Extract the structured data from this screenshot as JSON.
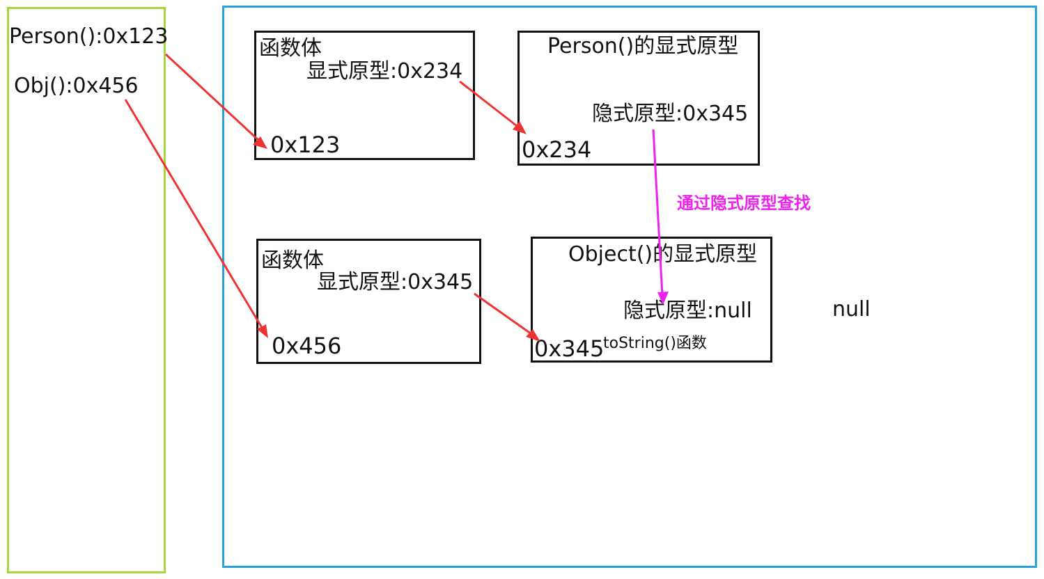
{
  "stack": {
    "person_ref": "Person():0x123",
    "obj_ref": "Obj():0x456"
  },
  "box_person_fn": {
    "title": "函数体",
    "explicit_proto": "显式原型:0x234",
    "address": "0x123"
  },
  "box_person_proto": {
    "title": "Person()的显式原型",
    "implicit_proto": "隐式原型:0x345",
    "address": "0x234"
  },
  "box_obj_fn": {
    "title": "函数体",
    "explicit_proto": "显式原型:0x345",
    "address": "0x456"
  },
  "box_object_proto": {
    "title": "Object()的显式原型",
    "implicit_proto": "隐式原型:null",
    "address": "0x345",
    "method": "toString()函数"
  },
  "lookup_label": "通过隐式原型查找",
  "null_label": "null",
  "colors": {
    "stack_border": "#a6d83a",
    "heap_border": "#27a0dc",
    "arrow_red": "#ee3333",
    "arrow_magenta": "#ee22ee"
  }
}
